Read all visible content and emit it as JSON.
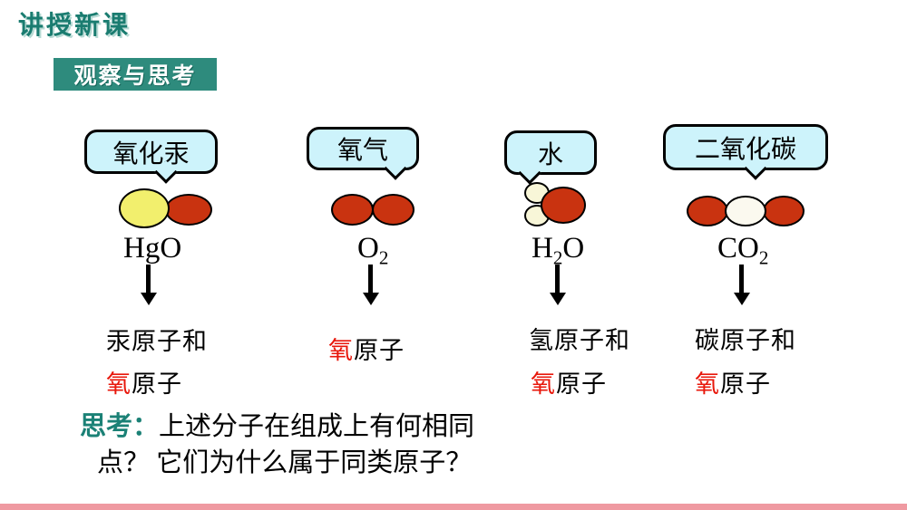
{
  "page": {
    "title": "讲授新课",
    "badge": "观察与思考"
  },
  "colors": {
    "accent_teal": "#1a7c70",
    "badge_bg": "#2e8b7d",
    "bubble_bg": "#cdf3fb",
    "atom_red": "#c93310",
    "atom_yellow": "#f2ef6d",
    "atom_cream": "#f8f6d8",
    "atom_white": "#fbf9ef",
    "highlight_red_text": "#e8170b",
    "footer_pink": "#ef9aa1"
  },
  "columns": [
    {
      "label": "氧化汞",
      "formula": {
        "pre": "HgO",
        "sub": "",
        "post": ""
      },
      "molecule_atoms": [
        "yellow-mercury",
        "red-oxygen"
      ],
      "atoms_line1": "汞原子和",
      "atoms_line2_red": "氧",
      "atoms_line2_rest": "原子"
    },
    {
      "label": "氧气",
      "formula": {
        "pre": "O",
        "sub": "2",
        "post": ""
      },
      "molecule_atoms": [
        "red-oxygen",
        "red-oxygen"
      ],
      "atoms_line1": "",
      "atoms_line2_red": "氧",
      "atoms_line2_rest": "原子"
    },
    {
      "label": "水",
      "formula": {
        "pre": "H",
        "sub": "2",
        "post": "O"
      },
      "molecule_atoms": [
        "cream-hydrogen",
        "cream-hydrogen",
        "red-oxygen"
      ],
      "atoms_line1": "氢原子和",
      "atoms_line2_red": "氧",
      "atoms_line2_rest": "原子"
    },
    {
      "label": "二氧化碳",
      "formula": {
        "pre": "CO",
        "sub": "2",
        "post": ""
      },
      "molecule_atoms": [
        "red-oxygen",
        "white-carbon",
        "red-oxygen"
      ],
      "atoms_line1": "碳原子和",
      "atoms_line2_red": "氧",
      "atoms_line2_rest": "原子"
    }
  ],
  "think": {
    "label": "思考",
    "colon": "：",
    "line1": "上述分子在组成上有何相同",
    "line2": "点？ 它们为什么属于同类原子？"
  }
}
